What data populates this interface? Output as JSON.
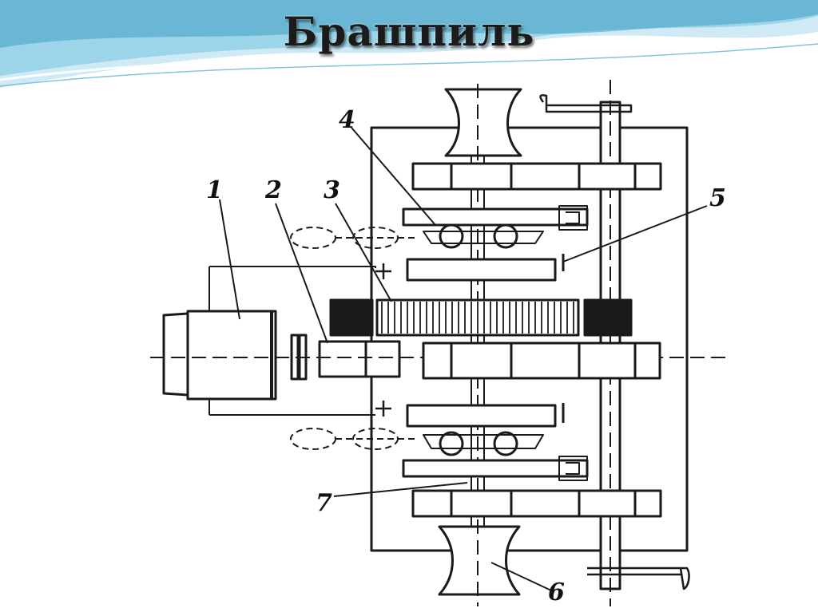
{
  "slide": {
    "title": "Брашпиль"
  },
  "diagram": {
    "labels": {
      "motor": "1",
      "coupling": "2",
      "gear": "3",
      "brake_upper": "4",
      "shaft_lever": "5",
      "drum": "6",
      "clutch_lower": "7"
    }
  },
  "colors": {
    "wave_light": "#cfeaf4",
    "wave_mid": "#8fd0e6",
    "wave_dark": "#3f9fc2",
    "ink": "#1a1a1a",
    "background": "#ffffff"
  }
}
